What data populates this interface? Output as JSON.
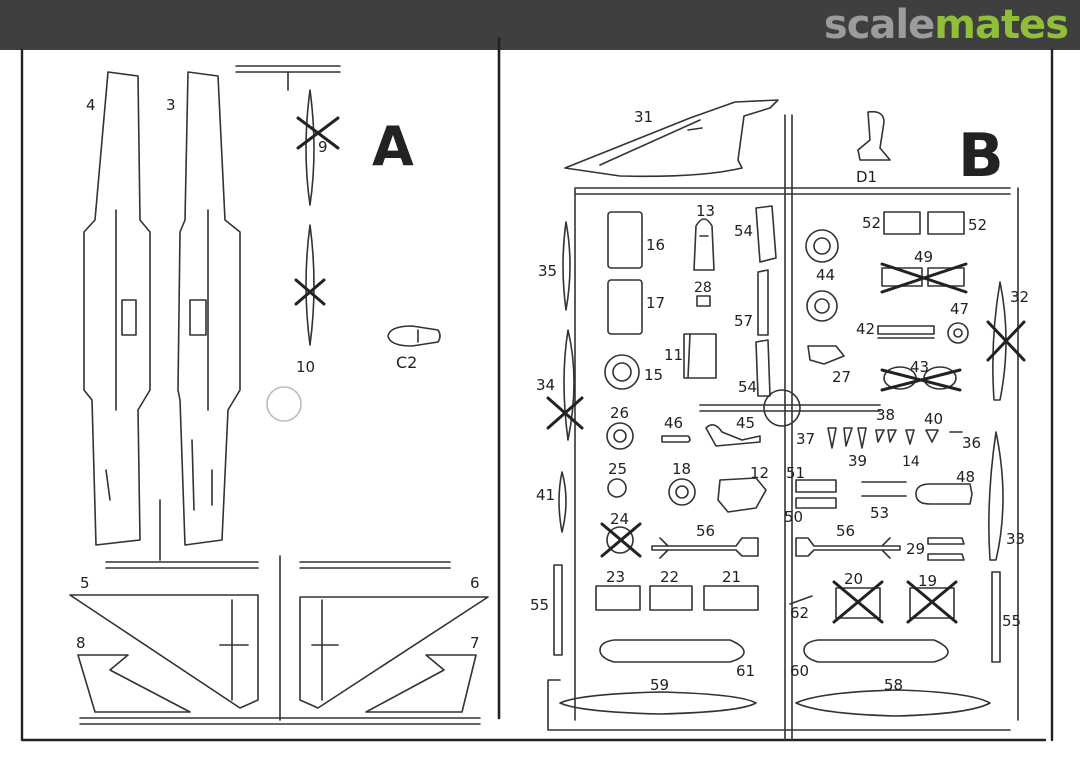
{
  "watermark": {
    "part1": "scale",
    "part2": "mates"
  },
  "sprue_a": {
    "letter": "A",
    "labels": [
      "4",
      "3",
      "9",
      "10",
      "C2",
      "5",
      "6",
      "8",
      "7"
    ]
  },
  "sprue_b": {
    "letter": "B",
    "labels": [
      "31",
      "D1",
      "13",
      "16",
      "17",
      "28",
      "15",
      "11",
      "35",
      "34",
      "26",
      "46",
      "45",
      "25",
      "18",
      "12",
      "41",
      "24",
      "23",
      "22",
      "21",
      "55",
      "56",
      "54",
      "57",
      "52",
      "49",
      "44",
      "42",
      "47",
      "32",
      "27",
      "43",
      "38",
      "40",
      "37",
      "39",
      "14",
      "36",
      "51",
      "48",
      "50",
      "53",
      "29",
      "33",
      "20",
      "19",
      "62",
      "61",
      "60",
      "59",
      "58"
    ]
  }
}
